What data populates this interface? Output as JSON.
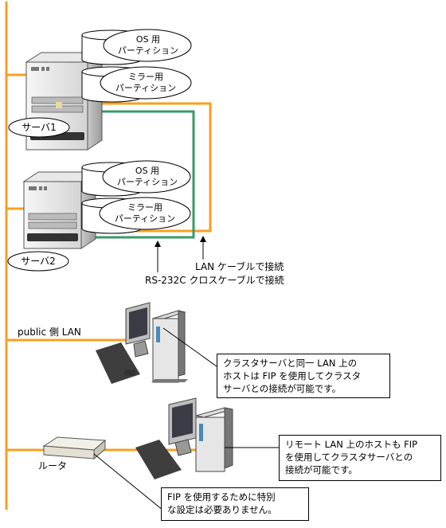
{
  "server1": {
    "label": "サーバ1",
    "disk_os": [
      "OS 用",
      "パーティション"
    ],
    "disk_mirror": [
      "ミラー用",
      "パーティション"
    ]
  },
  "server2": {
    "label": "サーバ2",
    "disk_os": [
      "OS 用",
      "パーティション"
    ],
    "disk_mirror": [
      "ミラー用",
      "パーティション"
    ]
  },
  "connections": {
    "lan_cable": "LAN ケーブルで接続",
    "rs232c": "RS-232C クロスケーブルで接続"
  },
  "public_lan": "public 側 LAN",
  "router": "ルータ",
  "notes": {
    "same_lan": [
      "クラスタサーバと同一 LAN 上の",
      "ホストは FIP を使用してクラスタ",
      "サーバとの接続が可能です。"
    ],
    "remote_lan": [
      "リモート LAN 上のホストも FIP",
      "を使用してクラスタサーバとの",
      "接続が可能です。"
    ],
    "no_special": [
      "FIP を使用するために特別",
      "な設定は必要ありません。"
    ]
  },
  "colors": {
    "lan_orange": "#f7a021",
    "serial_green": "#3a9a6a"
  }
}
